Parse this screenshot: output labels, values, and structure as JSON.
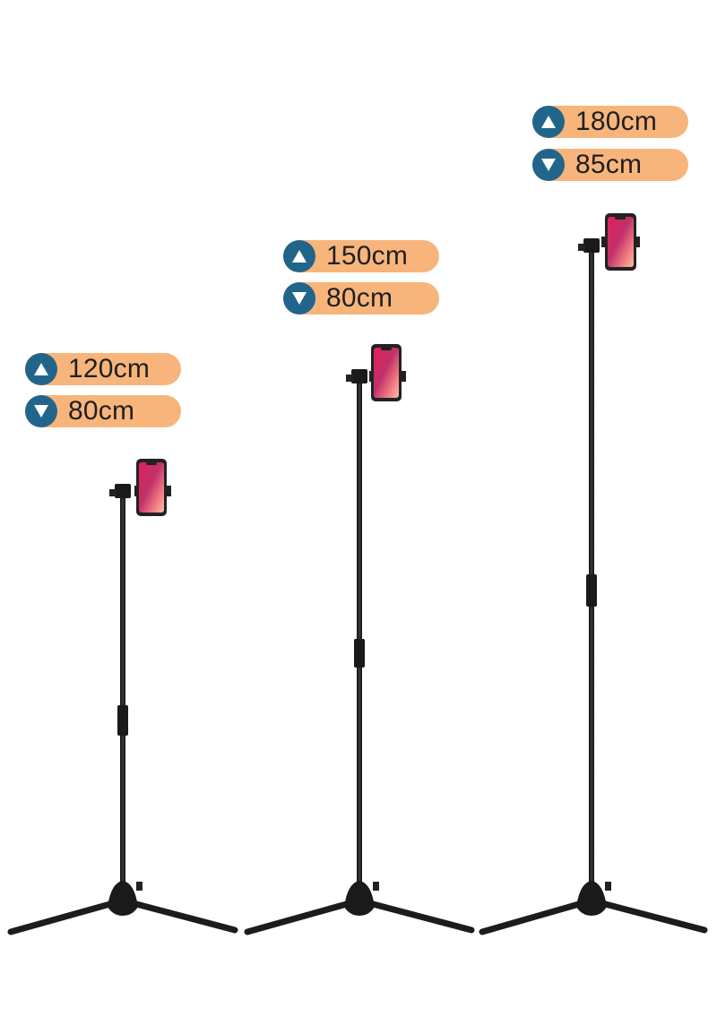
{
  "stands": [
    {
      "label": "stand-short",
      "max_height": "120cm",
      "min_height": "80cm"
    },
    {
      "label": "stand-medium",
      "max_height": "150cm",
      "min_height": "80cm"
    },
    {
      "label": "stand-tall",
      "max_height": "180cm",
      "min_height": "85cm"
    }
  ],
  "colors": {
    "pill_background": "#f7b57c",
    "icon_circle": "#21658a",
    "stand": "#1c1c1c",
    "phone_screen_top": "#e2205a",
    "phone_screen_bottom": "#f7b0a0"
  },
  "icons": [
    "triangle-up-icon",
    "triangle-down-icon"
  ]
}
